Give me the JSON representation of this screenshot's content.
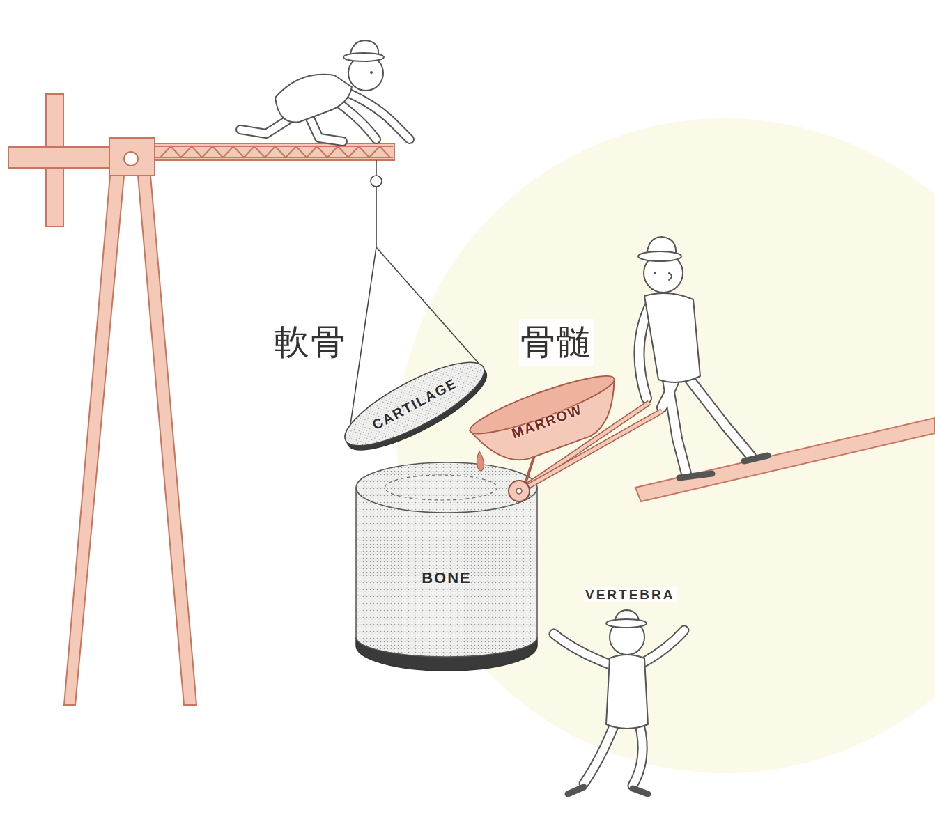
{
  "diagram": {
    "nodes": [
      {
        "text": [
          "CARTILAGE"
        ]
      },
      {
        "text": [
          "MARROW"
        ]
      },
      {
        "text": [
          "BONE"
        ]
      }
    ],
    "labels": [
      "軟骨",
      "骨髄",
      "VERTEBRA"
    ]
  }
}
